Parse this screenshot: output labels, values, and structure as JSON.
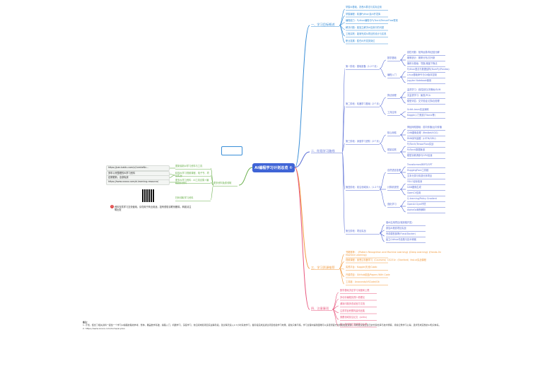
{
  "root": {
    "title": "AI编程学习计划总览 ①"
  },
  "colors": {
    "blue": "#3a8fd8",
    "purple": "#5b6fd6",
    "orange": "#f19a3e",
    "pink": "#e8577e",
    "green": "#6ab04c",
    "root": "#3f64d6"
  },
  "branch1": {
    "title": "一、学习目标概述",
    "items": [
      "掌握AI基础、熟悉AI算法与实际应用",
      "掌握编程：精通Python及AI开发库",
      "编程能力：Python编程与PyTorch/TensorFlow框架",
      "解决问题：能独立解决AI应用中的问题",
      "工程实践：能够完成AI项目的设计与实现",
      "职业发展：胜任AI开发类岗位"
    ]
  },
  "branch2": {
    "title": "二、阶段学习路线",
    "stages": [
      {
        "title": "第一阶段：基础准备（1-2个月）",
        "groups": [
          {
            "label": "数学基础",
            "items": [
              "线性代数：矩阵运算/特征值分解",
              "概率统计：概率分布/贝叶斯",
              "微积分基础：导数/梯度下降法"
            ]
          },
          {
            "label": "编程入门",
            "items": [
              "Python语法与数据结构(NumPy/Pandas)",
              "Linux基础命令与Git版本控制",
              "Jupyter Notebook使用"
            ]
          }
        ]
      },
      {
        "title": "第二阶段：机器学习基础（2个月）",
        "groups": [
          {
            "label": "算法原理",
            "items": [
              "监督学习：线性回归/决策树/SVM",
              "无监督学习：聚类/PCA",
              "模型评估：交叉验证/过拟合处理"
            ]
          },
          {
            "label": "工具应用",
            "items": [
              "Scikit-learn实战演练",
              "Kaggle入门竞赛(Titanic等)"
            ]
          }
        ]
      },
      {
        "title": "第三阶段：深度学习进阶（2个月）",
        "groups": [
          {
            "label": "核心网络",
            "items": [
              "神经网络基础：前向传播/反向传播",
              "CNN图像处理（ResNet/VGG）",
              "RNN序列建模（LSTM/GRU）"
            ]
          },
          {
            "label": "框架实践",
            "items": [
              "PyTorch/TensorFlow实战",
              "PyTorch数据管道",
              "模型训练调参与GPU加速"
            ]
          }
        ]
      },
      {
        "title": "第四阶段：前沿领域深入（1-2个月）",
        "groups": [
          {
            "label": "自然语言处理",
            "items": [
              "Transformer/BERT/GPT",
              "HuggingFace工具链",
              "文本分类与情感分析项目"
            ]
          },
          {
            "label": "计算机视觉",
            "items": [
              "YOLO目标检测",
              "GAN图像生成",
              "OpenCV应用"
            ]
          },
          {
            "label": "强化学习",
            "items": [
              "Q-learning/Policy Gradient",
              "OpenAI Gym环境",
              "AlphaGo案例解析"
            ]
          }
        ]
      },
      {
        "title": "第五阶段：项目实战",
        "items": [
          "做AI应用项目(端到端开发)",
          "参加AI竞赛项目实战",
          "完成模型部署(Flask/Docker)",
          "建立GitHub作品集与技术博客"
        ]
      }
    ]
  },
  "branch3": {
    "title": "三、学习资源推荐",
    "items": [
      "书籍推荐：《Pattern Recognition and Machine Learning》《Deep Learning》《Hands-On Machine Learning》",
      "视频课程：吴恩达机器学习（Coursera）CS231n（Stanford）fast.ai实战课程",
      "实践平台：Kaggle/天池/Colab",
      "开源项目：GitHub精选/Papers With Code",
      "工具链：Anaconda/VSCode/Git"
    ]
  },
  "branch4": {
    "title": "四、注意事项",
    "items": [
      "数学基础决定学习深度和上限",
      "多动手编程实践少看理论",
      "遇到问题多查阅官方文档",
      "注重项目积累构建作品集",
      "紧跟领域前沿论文（arXiv）",
      "加入技术社区交流学习心得"
    ]
  },
  "left": {
    "title": "更多资料免费领取",
    "items": [
      {
        "label": "更新最新AI学习资料与工具",
        "sub": [
          "https://pan.baidu.com/s/1xmkeNv..."
        ]
      },
      {
        "label": "精选AI学习视频课程、电子书、项目实战",
        "sub": [
          "多年以来整理的AI学习资料",
          "定期更新，全部免费"
        ]
      },
      {
        "label": "更多AI学习资料：AI工具合集+编程进阶资料",
        "sub": [
          "https://www.xxxxx.com/ai-learning-resource/"
        ]
      },
      {
        "label": "扫码领取学习资料",
        "sub": []
      }
    ],
    "warning": "资料仅供学习交流使用，请勿用于商业用途，如有侵权请联系删除，转载请注明出处"
  },
  "note": {
    "heading": "备注：",
    "body": "1. 计划，结合了相关资料一起给一个学习AI编程的路线参考，整体，覆盖数学基础、编程入门、机器学习、深度学习、前沿领域和项目实战等阶段，建议每天投入2-3小时系统学习，各阶段完成后通过项目检验学习效果，避免只看不练。学习过程中遇到困难可以多查阅官方文档和社区资源，同时建议建立自己的代码仓库与技术博客，持续记录学习心得，逐步形成完整的AI知识体系。",
    "link": "2. https://www.xxxxx.com/home/ai-plan"
  }
}
